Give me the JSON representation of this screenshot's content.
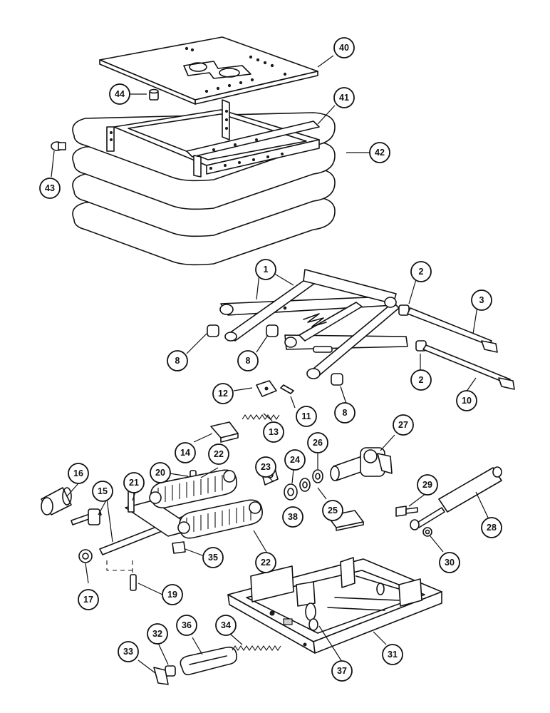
{
  "callouts": [
    {
      "id": "c40",
      "label": "40"
    },
    {
      "id": "c44",
      "label": "44"
    },
    {
      "id": "c41",
      "label": "41"
    },
    {
      "id": "c42",
      "label": "42"
    },
    {
      "id": "c43",
      "label": "43"
    },
    {
      "id": "c1",
      "label": "1"
    },
    {
      "id": "c2a",
      "label": "2"
    },
    {
      "id": "c3",
      "label": "3"
    },
    {
      "id": "c8a",
      "label": "8"
    },
    {
      "id": "c8b",
      "label": "8"
    },
    {
      "id": "c2b",
      "label": "2"
    },
    {
      "id": "c10",
      "label": "10"
    },
    {
      "id": "c8c",
      "label": "8"
    },
    {
      "id": "c12",
      "label": "12"
    },
    {
      "id": "c11",
      "label": "11"
    },
    {
      "id": "c13",
      "label": "13"
    },
    {
      "id": "c14",
      "label": "14"
    },
    {
      "id": "c22a",
      "label": "22"
    },
    {
      "id": "c27",
      "label": "27"
    },
    {
      "id": "c26",
      "label": "26"
    },
    {
      "id": "c24",
      "label": "24"
    },
    {
      "id": "c23",
      "label": "23"
    },
    {
      "id": "c20",
      "label": "20"
    },
    {
      "id": "c16",
      "label": "16"
    },
    {
      "id": "c15",
      "label": "15"
    },
    {
      "id": "c21",
      "label": "21"
    },
    {
      "id": "c25",
      "label": "25"
    },
    {
      "id": "c38",
      "label": "38"
    },
    {
      "id": "c29",
      "label": "29"
    },
    {
      "id": "c28",
      "label": "28"
    },
    {
      "id": "c22b",
      "label": "22"
    },
    {
      "id": "c30",
      "label": "30"
    },
    {
      "id": "c17",
      "label": "17"
    },
    {
      "id": "c35",
      "label": "35"
    },
    {
      "id": "c19",
      "label": "19"
    },
    {
      "id": "c36",
      "label": "36"
    },
    {
      "id": "c34",
      "label": "34"
    },
    {
      "id": "c32",
      "label": "32"
    },
    {
      "id": "c33",
      "label": "33"
    },
    {
      "id": "c37",
      "label": "37"
    },
    {
      "id": "c31",
      "label": "31"
    }
  ]
}
